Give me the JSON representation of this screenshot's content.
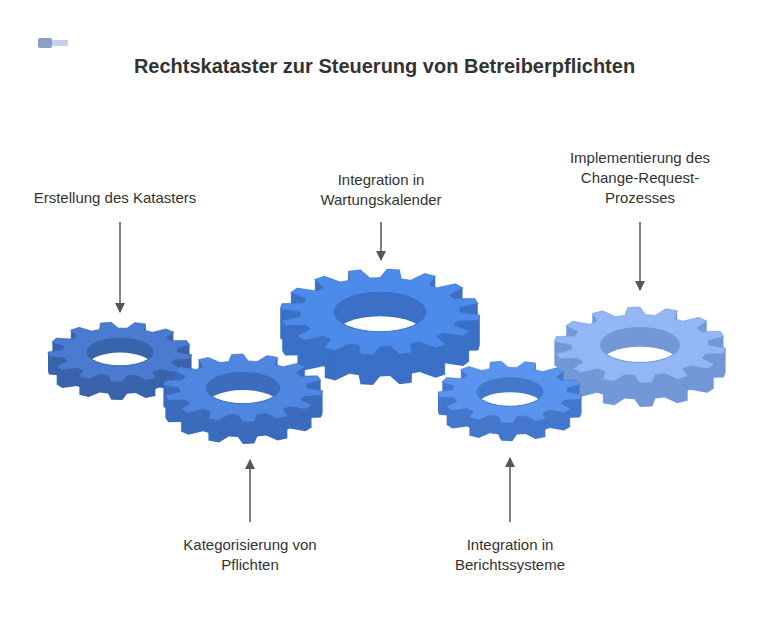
{
  "diagram": {
    "title": "Rechtskataster zur Steuerung von Betreiberpflichten",
    "labels": [
      "Erstellung des Katasters",
      "Kategorisierung von Pflichten",
      "Integration in Wartungskalender",
      "Integration in Berichtssysteme",
      "Implementierung des Change-Request-Prozesses"
    ]
  }
}
